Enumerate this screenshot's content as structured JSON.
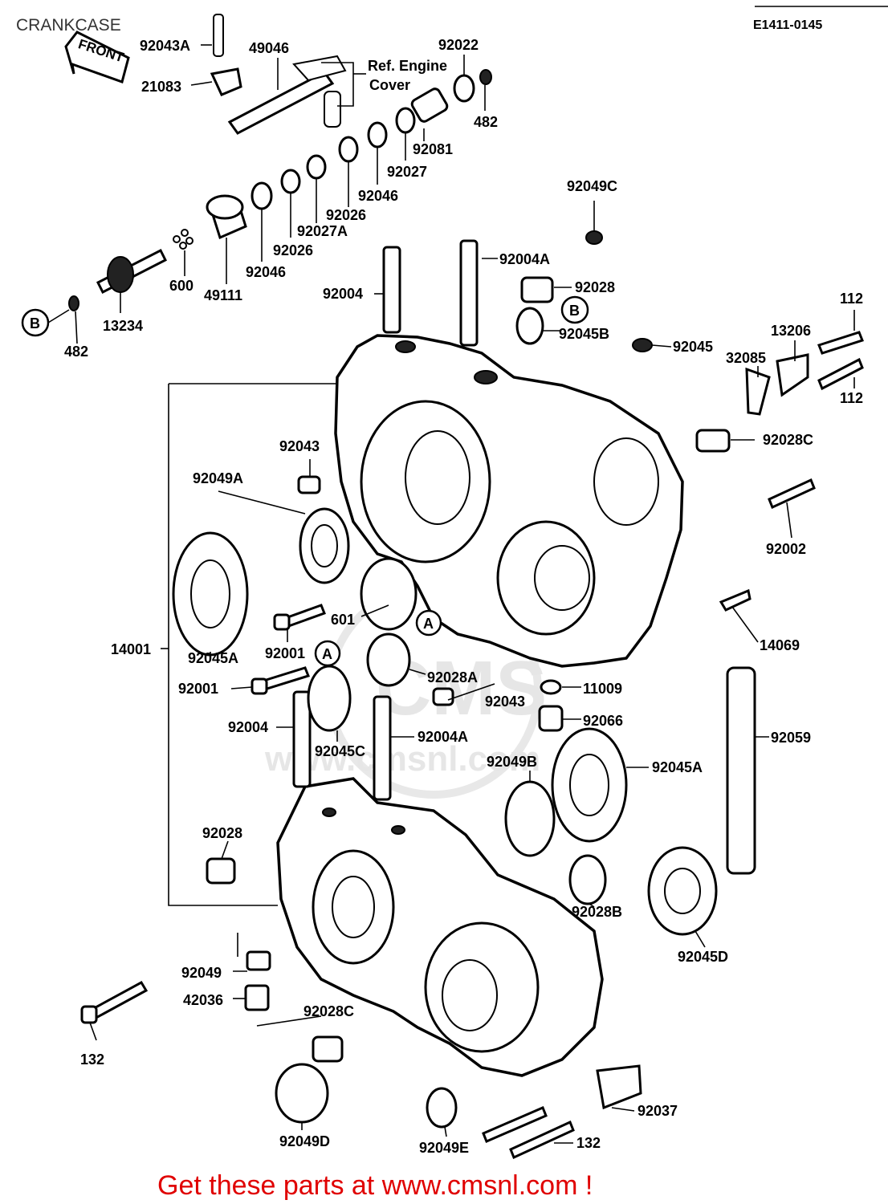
{
  "header": {
    "title": "CRANKCASE",
    "code": "E1411-0145"
  },
  "arrow": {
    "front_label": "FRONT"
  },
  "notes": {
    "ref_line1": "Ref. Engine",
    "ref_line2": "Cover"
  },
  "callouts": [
    "A",
    "B"
  ],
  "labels": {
    "p92043A": "92043A",
    "p21083": "21083",
    "p49046": "49046",
    "p92022": "92022",
    "p482_top": "482",
    "p92081": "92081",
    "p92027": "92027",
    "p92046_top": "92046",
    "p92026_top": "92026",
    "p92027A": "92027A",
    "p92026_mid": "92026",
    "p92046_mid": "92046",
    "p49111": "49111",
    "p600": "600",
    "p13234": "13234",
    "p482_left": "482",
    "p92049C": "92049C",
    "p92004A_top": "92004A",
    "p92004_top": "92004",
    "p92028_top": "92028",
    "p92045B": "92045B",
    "p92045": "92045",
    "p112_top": "112",
    "p13206": "13206",
    "p32085": "32085",
    "p112_bot": "112",
    "p92028C_top": "92028C",
    "p92043_upper": "92043",
    "p92049A": "92049A",
    "p92002": "92002",
    "p14001": "14001",
    "p92045A_left": "92045A",
    "p92001_upper": "92001",
    "p601": "601",
    "p14069": "14069",
    "p92028A": "92028A",
    "p92001_lower": "92001",
    "p92043_lower": "92043",
    "p11009": "11009",
    "p92066": "92066",
    "p92004_bot": "92004",
    "p92045C": "92045C",
    "p92004A_bot": "92004A",
    "p92049B": "92049B",
    "p92045A_right": "92045A",
    "p92059": "92059",
    "p92028_bot": "92028",
    "p92028B": "92028B",
    "p92045D": "92045D",
    "p92049": "92049",
    "p42036": "42036",
    "p92028C_bot": "92028C",
    "p132_left": "132",
    "p92049D": "92049D",
    "p92049E": "92049E",
    "p92037": "92037",
    "p132_bot": "132"
  },
  "watermark": {
    "brand": "CMS",
    "url": "www.cmsnl.com"
  },
  "footer": {
    "text": "Get these parts at www.cmsnl.com !"
  },
  "colors": {
    "footer_red": "#e00000",
    "ink": "#000000",
    "watermark_gray": "#e4e4e4"
  }
}
